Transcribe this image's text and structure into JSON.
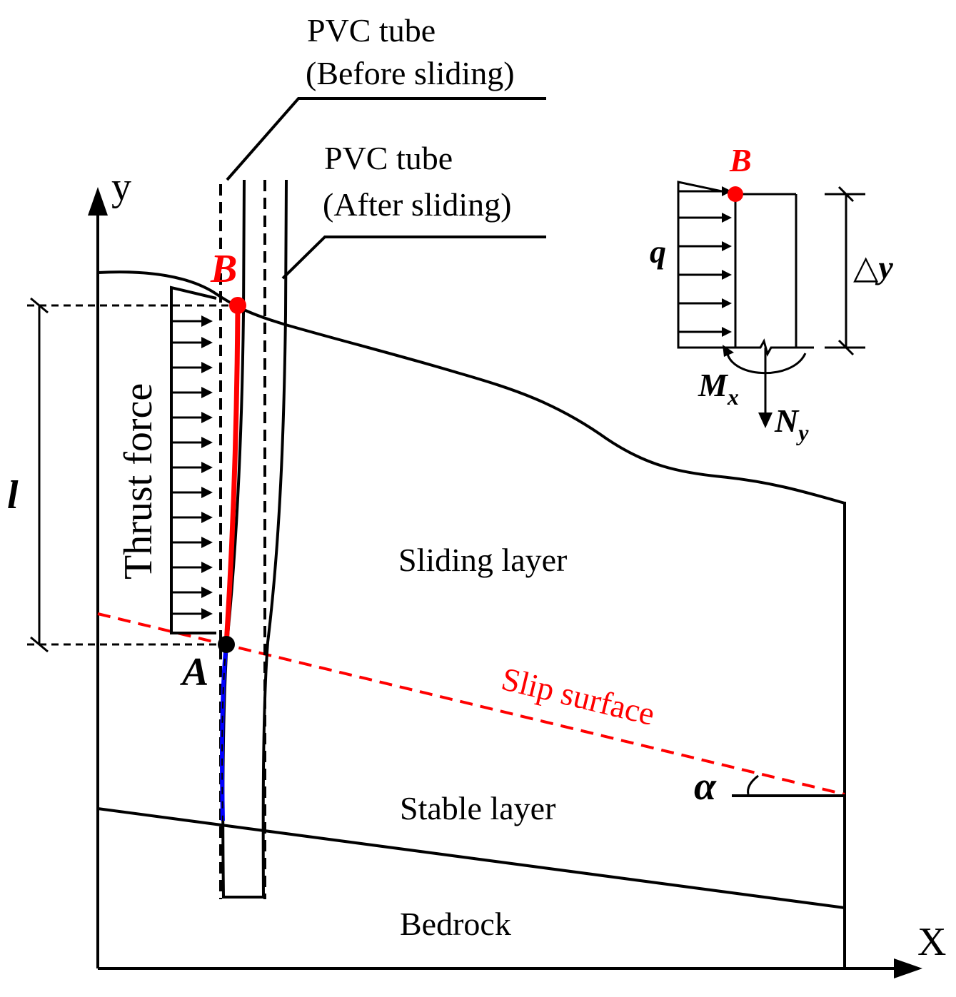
{
  "labels": {
    "pvc_before_line1": "PVC tube",
    "pvc_before_line2": "(Before sliding)",
    "pvc_after_line1": "PVC tube",
    "pvc_after_line2": "(After sliding)",
    "thrust_force": "Thrust force",
    "sliding_layer": "Sliding layer",
    "stable_layer": "Stable layer",
    "bedrock": "Bedrock",
    "slip_surface": "Slip surface",
    "axis_x": "X",
    "axis_y": "y",
    "length_l": "l",
    "angle_alpha": "α",
    "point_a": "A",
    "point_b": "B",
    "inset_point_b": "B",
    "inset_q": "q",
    "inset_delta_y": "△y",
    "inset_mx_base": "M",
    "inset_mx_sub": "x",
    "inset_ny_base": "N",
    "inset_ny_sub": "y"
  },
  "colors": {
    "line": "#000000",
    "highlight": "#ff0000",
    "stable_segment": "#0000ff"
  }
}
